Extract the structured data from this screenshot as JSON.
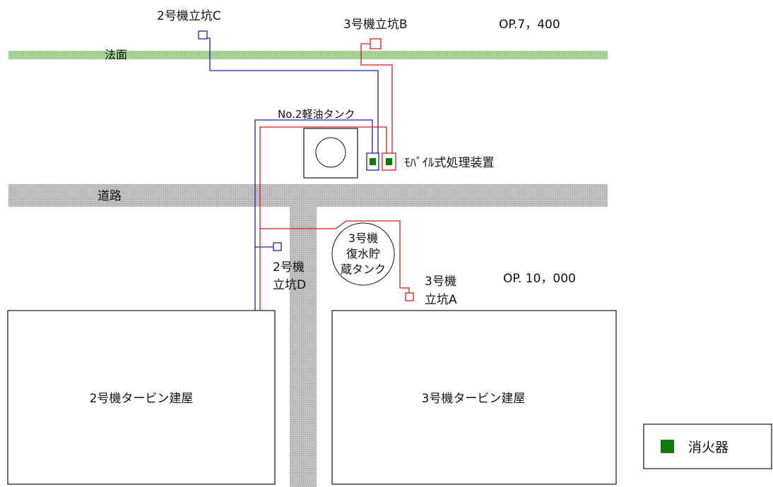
{
  "labels": {
    "shaft_2c": "2号機立坑C",
    "shaft_3b": "3号機立坑B",
    "op_upper": "OP.7，400",
    "slope": "法面",
    "diesel_tank": "No.2軽油タンク",
    "mobile_unit": "ﾓﾊﾞｲﾙ式処理装置",
    "road": "道路",
    "condensate_tank": [
      "3号機",
      "復水貯",
      "蔵タンク"
    ],
    "shaft_2d": [
      "2号機",
      "立坑D"
    ],
    "shaft_3a": [
      "3号機",
      "立坑A"
    ],
    "op_lower": "OP. 10，000",
    "turbine_2": "2号機タービン建屋",
    "turbine_3": "3号機タービン建屋"
  },
  "legend": {
    "extinguisher": "消火器"
  },
  "colors": {
    "blue_pipe": "#1c1ccc",
    "red_pipe": "#e01818",
    "extinguisher": "#0a7d0a",
    "slope_band": "#9ccc90",
    "road_band": "#b4b4b4"
  }
}
